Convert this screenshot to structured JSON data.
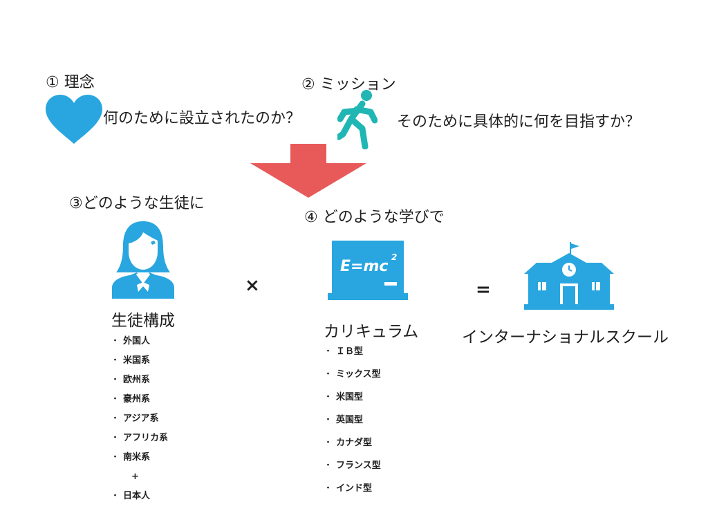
{
  "section1": {
    "heading": "① 理念",
    "question": "何のために設立されたのか？"
  },
  "section2": {
    "heading": "② ミッション",
    "question": "そのために具体的に何を目指すか？"
  },
  "section3": {
    "heading": "③どのような生徒に",
    "term": "生徒構成"
  },
  "section4": {
    "heading": "④ どのような学びで",
    "term": "カリキュラム",
    "board_formula": "E=mc",
    "board_exponent": "2"
  },
  "students": {
    "items": [
      "外国人",
      "米国系",
      "欧州系",
      "豪州系",
      "アジア系",
      "アフリカ系",
      "南米系"
    ],
    "plus": "+",
    "extra": "日本人"
  },
  "curriculum": {
    "items": [
      "ＩＢ型",
      "ミックス型",
      "米国型",
      "英国型",
      "カナダ型",
      "フランス型",
      "インド型"
    ]
  },
  "operators": {
    "times": "×",
    "equals": "="
  },
  "result": {
    "label": "インターナショナルスクール"
  },
  "bullet": "・",
  "colors": {
    "icon": "#29a6e0",
    "arrow": "#e85a5a",
    "text": "#1f1f1f"
  },
  "icons": [
    "heart-icon",
    "running-person-icon",
    "down-arrow-icon",
    "student-icon",
    "blackboard-icon",
    "school-building-icon"
  ]
}
